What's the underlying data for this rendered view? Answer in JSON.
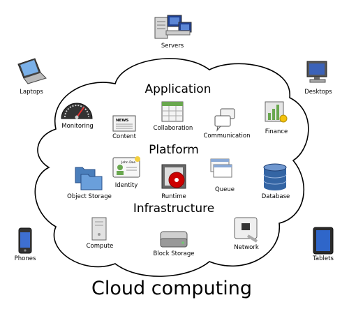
{
  "title": "Cloud computing",
  "layers": {
    "application": "Application",
    "platform": "Platform",
    "infrastructure": "Infrastructure"
  },
  "clients": {
    "servers": "Servers",
    "laptops": "Laptops",
    "desktops": "Desktops",
    "phones": "Phones",
    "tablets": "Tablets"
  },
  "application_items": {
    "monitoring": "Monitoring",
    "content": "Content",
    "collaboration": "Collaboration",
    "communication": "Communication",
    "finance": "Finance"
  },
  "platform_items": {
    "object_storage": "Object Storage",
    "identity": "Identity",
    "identity_card_name": "John Doe",
    "runtime": "Runtime",
    "queue": "Queue",
    "database": "Database"
  },
  "infrastructure_items": {
    "compute": "Compute",
    "block_storage": "Block Storage",
    "network": "Network"
  },
  "content_icon_text": "NEWS",
  "colors": {
    "cloud_stroke": "#000000",
    "folder_blue": "#4a7ebb",
    "database_blue": "#3465a4",
    "finance_green": "#6aa84f",
    "runtime_red": "#cc0000"
  }
}
